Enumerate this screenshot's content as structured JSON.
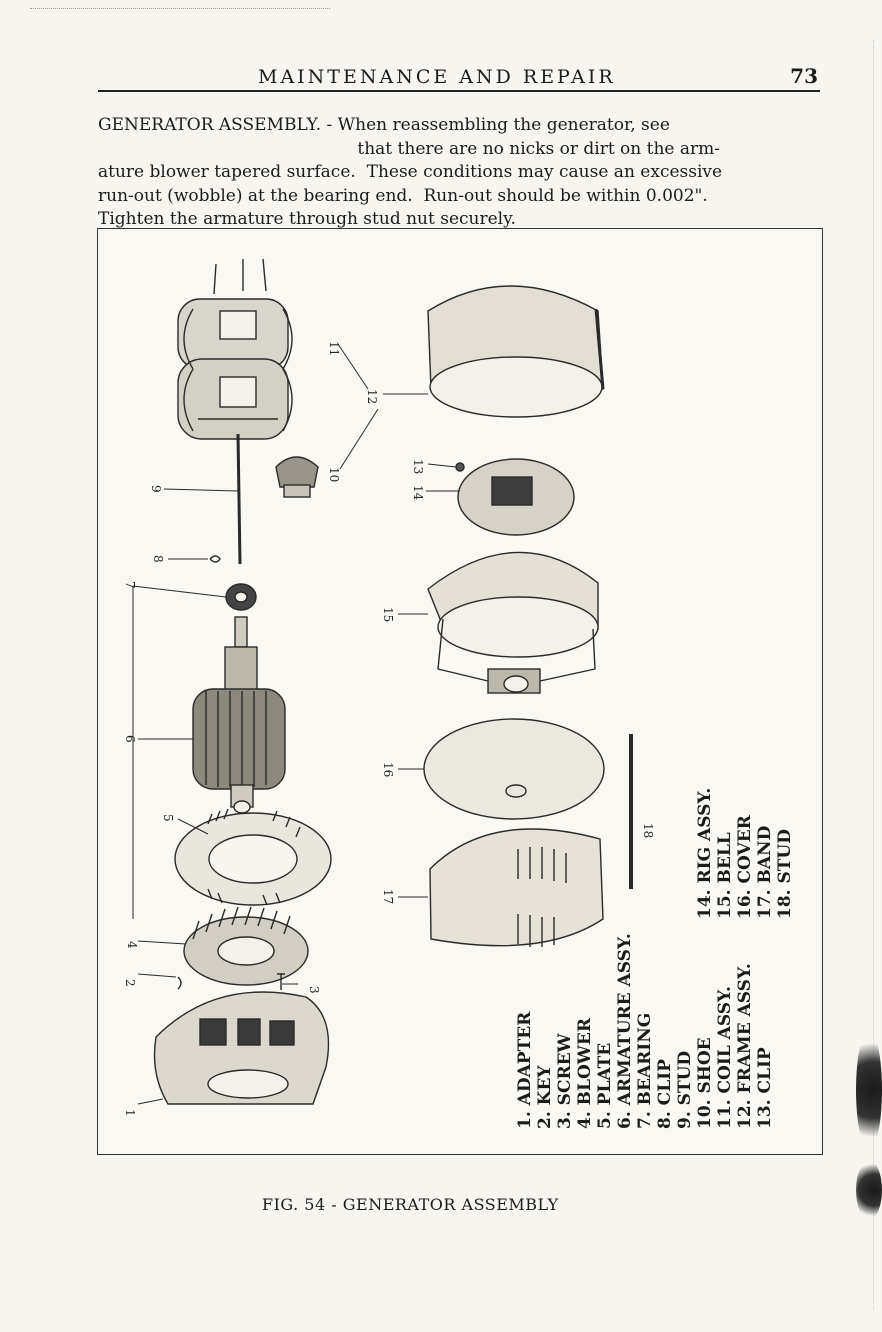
{
  "header": {
    "running_head": "MAINTENANCE AND REPAIR",
    "page_number": "73"
  },
  "body": {
    "lines": [
      "GENERATOR ASSEMBLY. - When reassembling the generator, see",
      "                                                that there are no nicks or dirt on the arm-",
      "ature blower tapered surface.  These conditions may cause an excessive",
      "run-out (wobble) at the bearing end.  Run-out should be within 0.002\".",
      "Tighten the armature through stud nut securely."
    ]
  },
  "figure": {
    "callouts": [
      "1",
      "2",
      "3",
      "4",
      "5",
      "6",
      "7",
      "8",
      "9",
      "10",
      "11",
      "12",
      "13",
      "14",
      "15",
      "16",
      "17",
      "18"
    ],
    "parts_list": [
      "1.  ADAPTER",
      "2.  KEY",
      "3.  SCREW",
      "4.  BLOWER",
      "5.  PLATE",
      "6.  ARMATURE ASSY.",
      "7.  BEARING",
      "8.  CLIP",
      "9.  STUD",
      "10. SHOE",
      "11. COIL ASSY.",
      "12. FRAME ASSY.",
      "13. CLIP",
      "14. RIG ASSY.",
      "15. BELL",
      "16. COVER",
      "17. BAND",
      "18. STUD"
    ]
  },
  "caption": "FIG. 54 - GENERATOR ASSEMBLY"
}
